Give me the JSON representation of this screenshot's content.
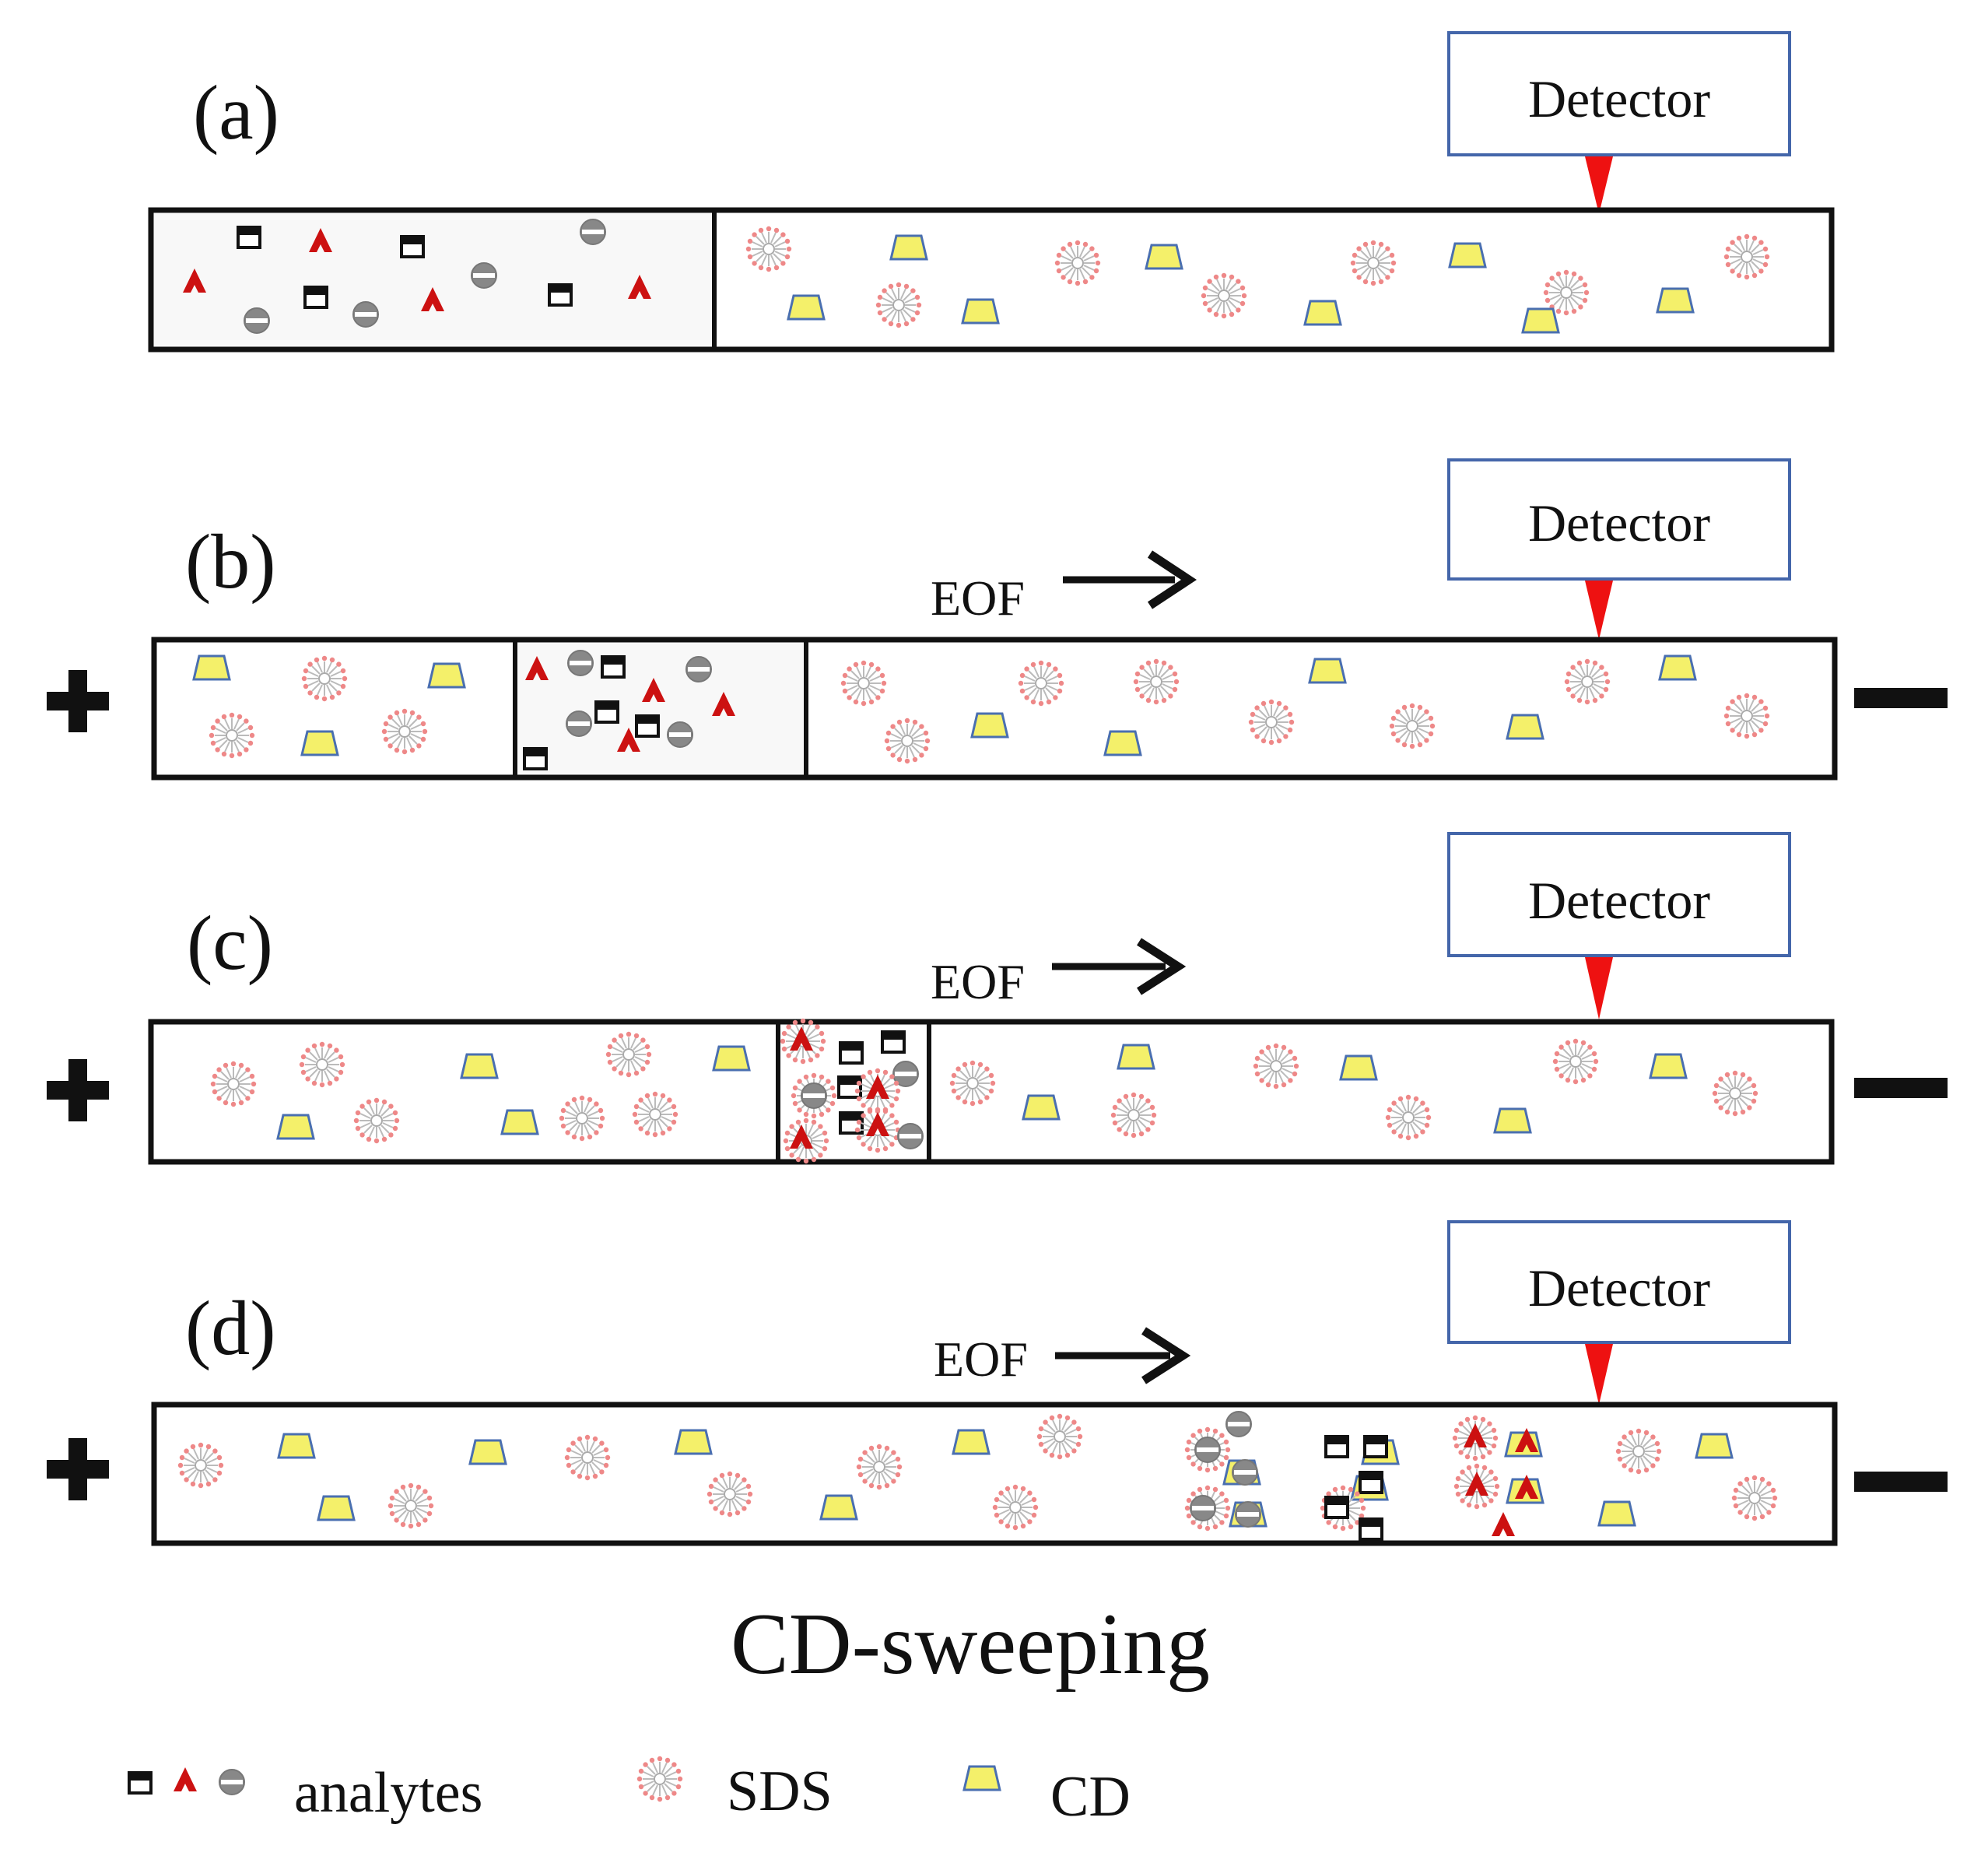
{
  "panels": [
    {
      "label": "(a)",
      "detector": "Detector",
      "flow_label": "",
      "polarity": false
    },
    {
      "label": "(b)",
      "detector": "Detector",
      "flow_label": "EOF",
      "polarity": true
    },
    {
      "label": "(c)",
      "detector": "Detector",
      "flow_label": "EOF",
      "polarity": true
    },
    {
      "label": "(d)",
      "detector": "Detector",
      "flow_label": "EOF",
      "polarity": true
    }
  ],
  "title": "CD-sweeping",
  "legend": {
    "analytes_label": "analytes",
    "sds_label": "SDS",
    "cd_label": "CD"
  },
  "colors": {
    "detector_border": "#4466aa",
    "detector_tip": "#ee1111",
    "analyte_triangle": "#cc1111",
    "analyte_circle": "#888888",
    "sds": "#ee8888",
    "cd_fill": "#f4f06a",
    "cd_border": "#4a6fb0",
    "sample_zone_fill": "#f8f8f8"
  },
  "icons": [
    "plus-sign-icon",
    "minus-sign-icon",
    "detector-pointer-icon",
    "eof-arrow-icon",
    "sds-micelle-icon",
    "cd-trapezoid-icon",
    "analyte-square-icon",
    "analyte-triangle-icon",
    "analyte-circle-icon"
  ]
}
